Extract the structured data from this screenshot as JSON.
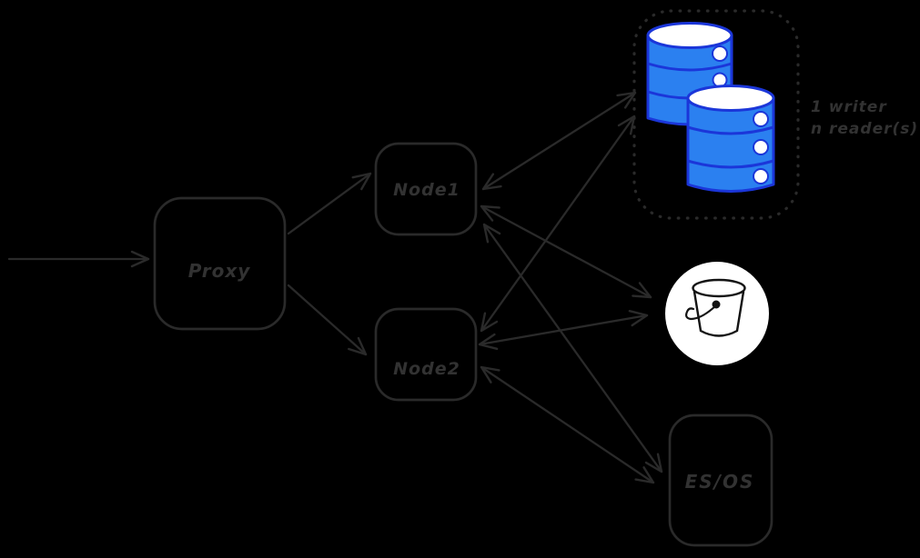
{
  "canvas": {
    "background": "#000000"
  },
  "colors": {
    "line": "#2a2a2a",
    "text": "#323232",
    "db_fill": "#2b80f0",
    "db_stroke": "#1b36d9",
    "bucket_bg": "#ffffff",
    "bucket_line": "#141414"
  },
  "nodes": {
    "proxy": {
      "label": "Proxy"
    },
    "node1": {
      "label": "Node1"
    },
    "node2": {
      "label": "Node2"
    },
    "esos": {
      "label": "ES/OS"
    }
  },
  "annotations": {
    "db_note_line1": "1 writer",
    "db_note_line2": "n reader(s)"
  },
  "icons": [
    {
      "name": "database-cluster-icon"
    },
    {
      "name": "bucket-icon"
    }
  ],
  "edges": [
    {
      "from": "client",
      "to": "proxy",
      "direction": "one-way"
    },
    {
      "from": "proxy",
      "to": "node1",
      "direction": "one-way"
    },
    {
      "from": "proxy",
      "to": "node2",
      "direction": "one-way"
    },
    {
      "from": "node1",
      "to": "database-cluster",
      "direction": "two-way"
    },
    {
      "from": "node2",
      "to": "database-cluster",
      "direction": "two-way"
    },
    {
      "from": "node1",
      "to": "bucket",
      "direction": "two-way"
    },
    {
      "from": "node2",
      "to": "bucket",
      "direction": "two-way"
    },
    {
      "from": "node1",
      "to": "es-os",
      "direction": "two-way"
    },
    {
      "from": "node2",
      "to": "es-os",
      "direction": "two-way"
    }
  ]
}
